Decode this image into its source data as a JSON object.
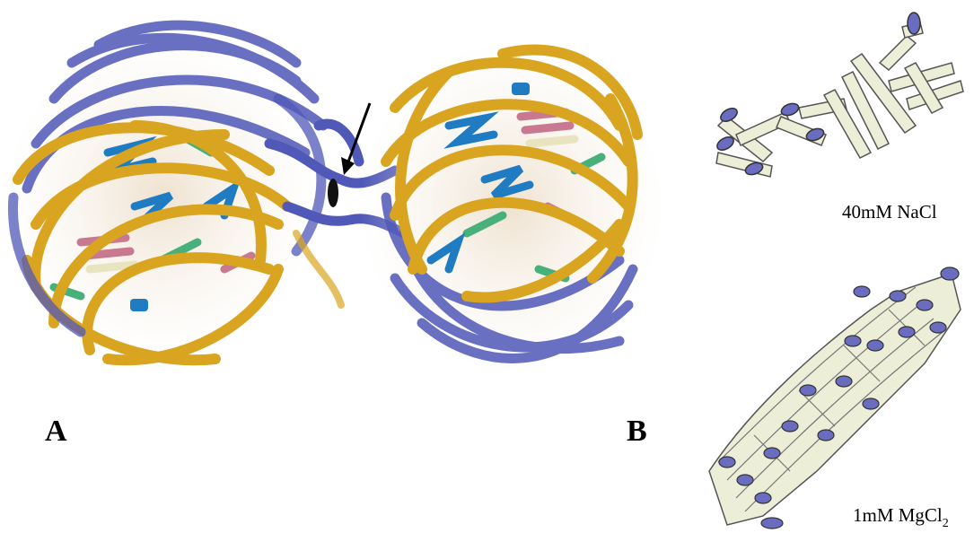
{
  "labels": {
    "a": "A",
    "b": "B"
  },
  "conditions": {
    "nacl": "40mM NaCl",
    "mgcl_main": "1mM MgCl",
    "mgcl_sub": "2"
  },
  "colors": {
    "dna_gold": "#d9a520",
    "dna_blue": "#5058b8",
    "helix_blue": "#1f7cc2",
    "helix_green": "#48b07a",
    "helix_pink": "#c87890",
    "helix_cream": "#e8e4c0",
    "fiber_cream": "#eceed8",
    "fiber_disk": "#6a6cc0"
  },
  "icons": {
    "arrow": "arrow-icon",
    "dyad": "dyad-axis-icon"
  }
}
